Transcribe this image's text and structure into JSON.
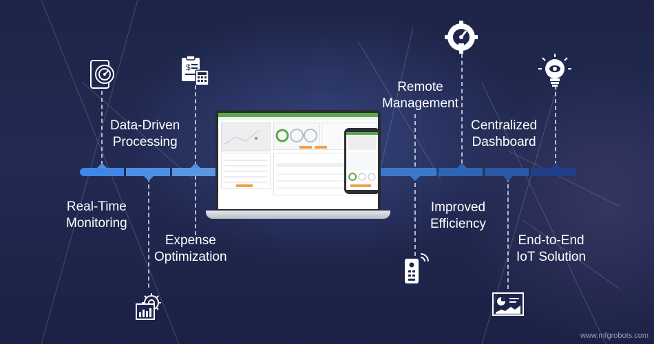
{
  "features": {
    "real_time": {
      "line1": "Real-",
      "line2": "Time",
      "line3": "Monitoring"
    },
    "data_driven": {
      "line1": "Data-Driven",
      "line2": "Processing"
    },
    "expense": {
      "line1": "Expense",
      "line2": "Optimization"
    },
    "remote": {
      "line1": "Remote",
      "line2": "Management"
    },
    "efficiency": {
      "line1": "Improved",
      "line2": "Efficiency"
    },
    "dashboard": {
      "line1": "Centralized",
      "line2": "Dashboard"
    },
    "end_to_end": {
      "line1": "End-to-End",
      "line2": "IoT Solution"
    }
  },
  "icons": {
    "real_time": "gauge-clock-icon",
    "data_driven": "invoice-calculator-icon",
    "expense": "settings-chart-icon",
    "remote": "remote-control-icon",
    "efficiency": "speedometer-gear-icon",
    "dashboard": "chart-dashboard-icon",
    "end_to_end": "lightbulb-gear-icon"
  },
  "colors": {
    "background": "#1d2447",
    "timeline_light": "#4e8fe0",
    "timeline_dark": "#1f3f86",
    "accent_orange": "#f0a24a",
    "accent_green": "#5aa84a"
  },
  "watermark": "www.mfgrobots.com"
}
